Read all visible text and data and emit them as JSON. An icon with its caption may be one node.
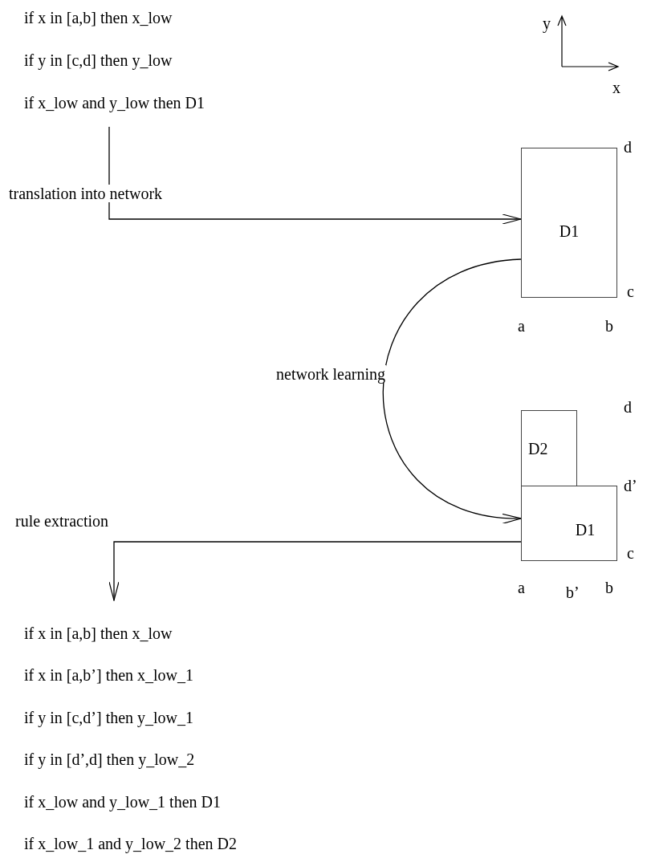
{
  "diagram": {
    "nodes": [
      {
        "text": [
          "if x in [a,b] then x_low",
          "if y in [c,d] then y_low",
          "if x_low and y_low then D1"
        ]
      },
      {
        "text": [
          "D1"
        ]
      },
      {
        "text": [
          "D2"
        ]
      },
      {
        "text": [
          "D1"
        ]
      },
      {
        "text": [
          "if x in [a,b] then x_low",
          "if x in [a,b’] then x_low_1",
          "if y in [c,d’] then y_low_1",
          "if y in [d’,d] then y_low_2",
          "if x_low and y_low_1 then D1",
          "if x_low_1 and y_low_2 then D2"
        ]
      }
    ],
    "edges": [
      {
        "from": 0,
        "to": 1,
        "arrow": "to",
        "label": "translation into network"
      },
      {
        "from": 1,
        "to": 3,
        "arrow": "to",
        "label": "network learning"
      },
      {
        "from": 3,
        "to": 4,
        "arrow": "to",
        "label": "rule extraction"
      }
    ],
    "labels": [
      "y",
      "x",
      "d",
      "c",
      "a",
      "b",
      "d",
      "d’",
      "c",
      "a",
      "b’",
      "b"
    ]
  }
}
